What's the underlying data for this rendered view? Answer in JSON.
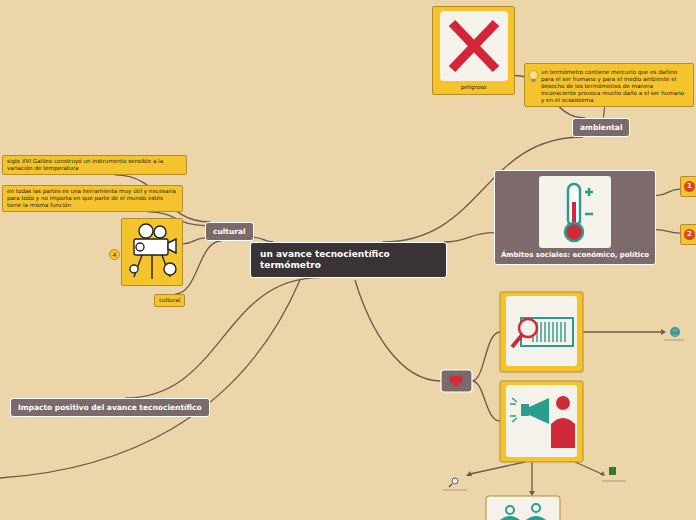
{
  "diagram": {
    "nodes": [
      {
        "text": [
          "un avance tecnocientífico termómetro"
        ]
      },
      {
        "text": [
          "ambiental"
        ]
      },
      {
        "text": [
          "peligroso"
        ]
      },
      {
        "text": [
          "un termómetro contiene mercurio que es dañino para el ser humano y para el medio ambiente el desecho de los termómetros de manera inconsciente provoca mucho daño a el ser humano y en el ecosistema"
        ]
      },
      {
        "text": [
          "Ámbitos sociales: económico, político"
        ]
      },
      {
        "text": [
          "1"
        ]
      },
      {
        "text": [
          "2"
        ]
      },
      {
        "text": [
          "cultural"
        ]
      },
      {
        "text": [
          "siglo XVI Galileo construyó un instrumento sensible a la variación de temperatura"
        ]
      },
      {
        "text": [
          "en todas las partes es una herramienta muy útil y necesaria para todo y no importa en que parte de el mundo estés tiene la misma función"
        ]
      },
      {
        "text": [
          "4"
        ]
      },
      {
        "text": [
          "cultural"
        ]
      },
      {
        "text": [
          "Impacto positivo del avance tecnocientífico"
        ]
      }
    ],
    "edges": [
      {
        "from": 0,
        "to": 1,
        "arrow": "none"
      },
      {
        "from": 1,
        "to": 2,
        "arrow": "none"
      },
      {
        "from": 1,
        "to": 3,
        "arrow": "none"
      },
      {
        "from": 0,
        "to": 4,
        "arrow": "none"
      },
      {
        "from": 4,
        "to": 5,
        "arrow": "none"
      },
      {
        "from": 4,
        "to": 6,
        "arrow": "none"
      },
      {
        "from": 0,
        "to": 7,
        "arrow": "none"
      },
      {
        "from": 7,
        "to": 8,
        "arrow": "none"
      },
      {
        "from": 7,
        "to": 9,
        "arrow": "none"
      },
      {
        "from": 7,
        "to": 10,
        "arrow": "none"
      },
      {
        "from": 7,
        "to": 11,
        "arrow": "none"
      },
      {
        "from": 0,
        "to": 12,
        "arrow": "none"
      }
    ]
  }
}
